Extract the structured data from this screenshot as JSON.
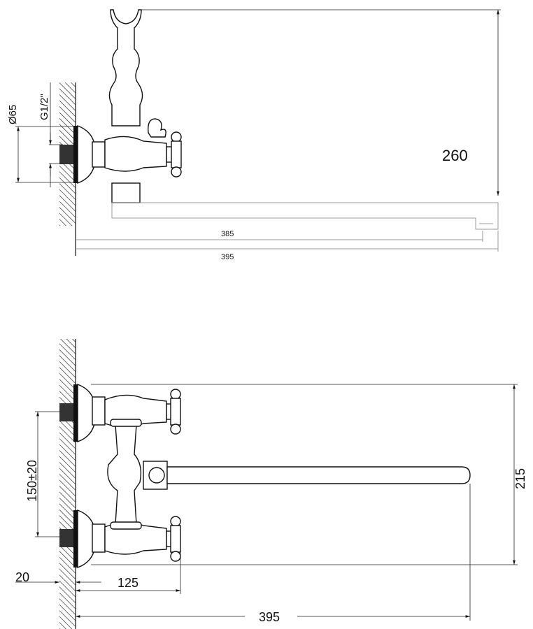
{
  "top_view": {
    "dim_diameter": "Ø65",
    "dim_thread": "G1/2\"",
    "dim_height": "260",
    "dim_spout_reach": "385",
    "dim_total_length": "395"
  },
  "front_view": {
    "dim_center_distance": "150±20",
    "dim_height": "215",
    "dim_wall_offset": "20",
    "dim_handle_depth": "125",
    "dim_total_length": "395"
  }
}
